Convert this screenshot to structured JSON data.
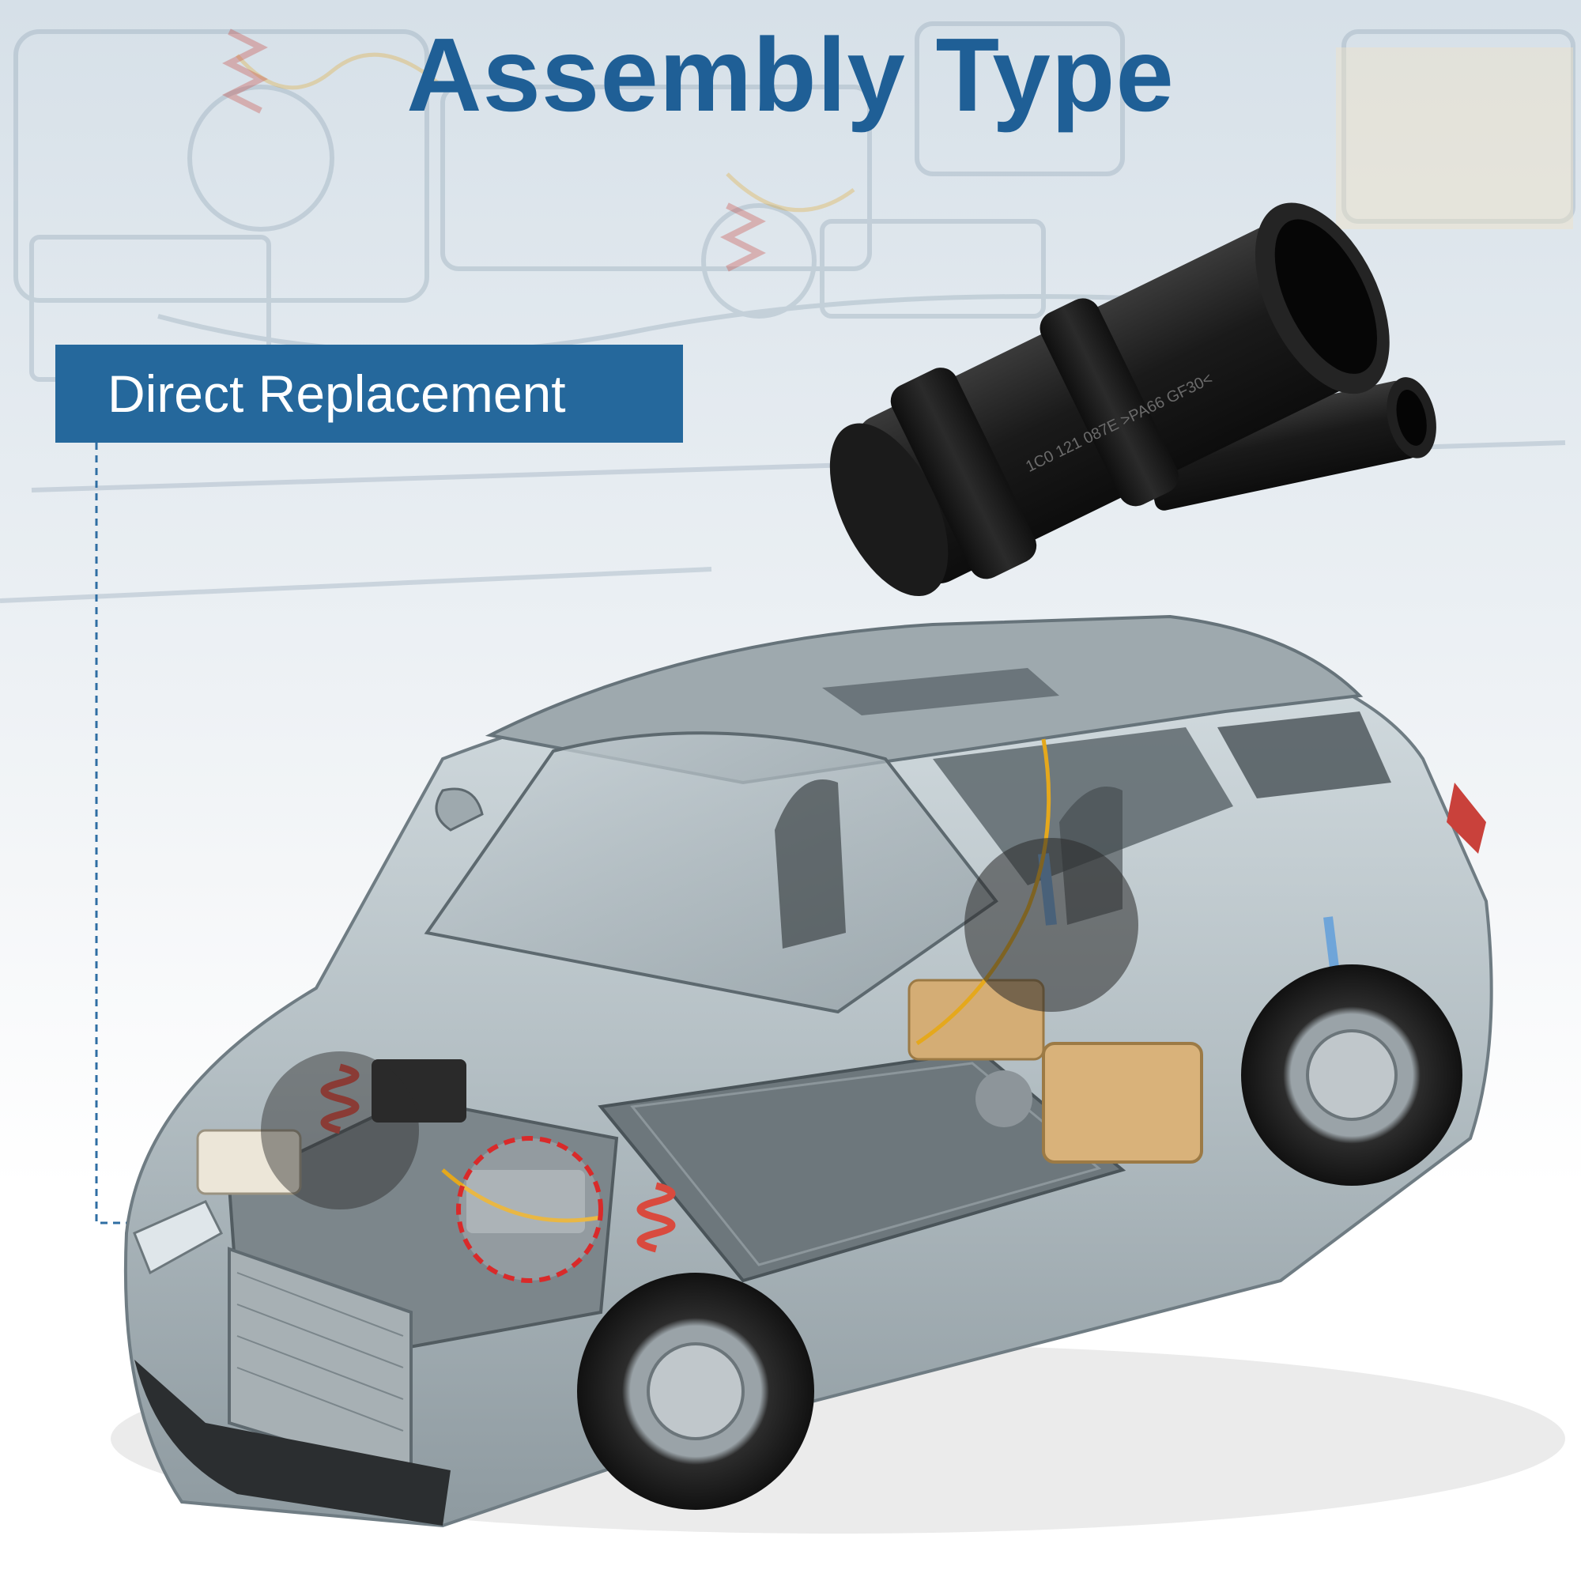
{
  "title": "Assembly Type",
  "label": "Direct Replacement",
  "part_code": "1C0 121 087E  >PA66 GF30<",
  "icons": {
    "part": "coolant-hose-flange-icon",
    "vehicle": "cutaway-electric-suv-icon",
    "marker": "dashed-circle-location-marker"
  },
  "colors": {
    "title": "#1f5f96",
    "label_background": "#25689c",
    "label_text": "#ffffff",
    "leader_line": "#2f6ea3",
    "marker": "#d92a2a",
    "part": "#1c1c1c",
    "car_body": "#b8c3c8"
  }
}
